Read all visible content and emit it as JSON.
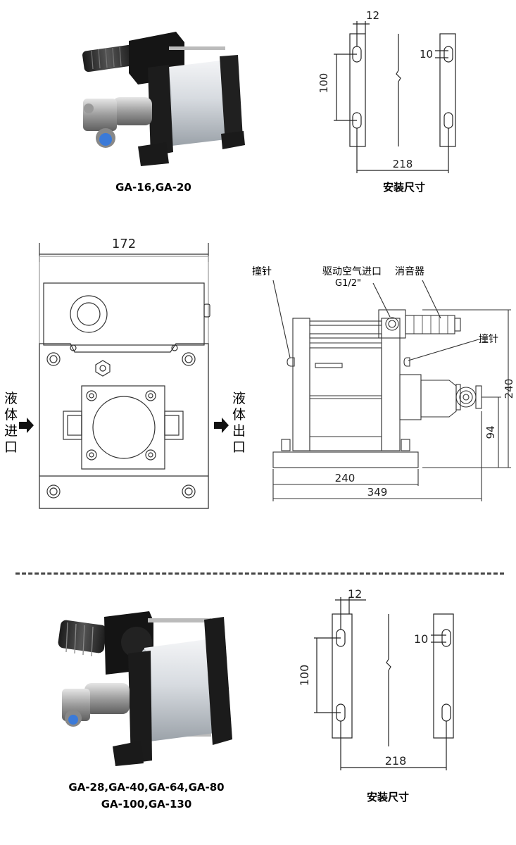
{
  "section1": {
    "model_caption": "GA-16,GA-20",
    "mount_caption": "安装尺寸",
    "mount_dims": {
      "slot_width": "12",
      "slot_spacing": "100",
      "slot_size": "10",
      "base_span": "218"
    }
  },
  "front_view": {
    "width_label": "172",
    "inlet_label": [
      "液",
      "体",
      "进",
      "口"
    ],
    "outlet_label": [
      "液",
      "体",
      "出",
      "口"
    ]
  },
  "side_view": {
    "callout_pin_left": "撞针",
    "callout_air_inlet": "驱动空气进口",
    "callout_air_thread": "G1/2\"",
    "callout_muffler": "消音器",
    "callout_pin_right": "撞针",
    "dim_height": "240",
    "dim_outlet_height": "94",
    "dim_base_length": "240",
    "dim_total_length": "349"
  },
  "section2": {
    "model_caption_line1": "GA-28,GA-40,GA-64,GA-80",
    "model_caption_line2": "GA-100,GA-130",
    "mount_caption": "安装尺寸",
    "mount_dims": {
      "slot_width": "12",
      "slot_spacing": "100",
      "slot_size": "10",
      "base_span": "218"
    }
  }
}
